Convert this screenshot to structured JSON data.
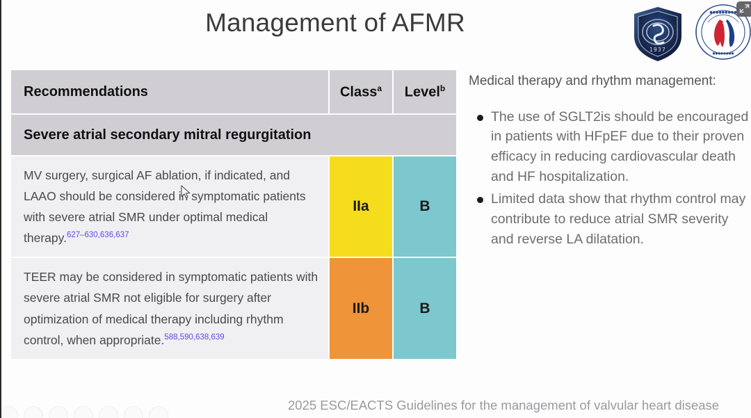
{
  "slide": {
    "title": "Management of AFMR",
    "footer_citation": "2025 ESC/EACTS Guidelines for the management of valvular heart disease"
  },
  "logos": [
    {
      "name": "shield-logo",
      "year_text": "1937"
    },
    {
      "name": "circular-emblem-logo",
      "year_text": ""
    }
  ],
  "overlay": {
    "fullscreen_badge_icon": "expand-arrows-icon"
  },
  "table": {
    "headers": {
      "recommendations": "Recommendations",
      "class": "Class",
      "class_sup": "a",
      "level": "Level",
      "level_sup": "b"
    },
    "subheader": "Severe atrial secondary mitral regurgitation",
    "rows": [
      {
        "recommendation": "MV surgery, surgical AF ablation, if indicated, and LAAO should be considered in symptomatic patients with severe atrial SMR under optimal medical therapy.",
        "references": "627–630,636,637",
        "class": "IIa",
        "class_color": "#F5DD1E",
        "level": "B",
        "level_color": "#7CC8CE"
      },
      {
        "recommendation": "TEER may be considered in symptomatic patients with severe atrial SMR not eligible for surgery after optimization of medical therapy including rhythm control, when appropriate.",
        "references": "588,590,638,639",
        "class": "IIb",
        "class_color": "#F0943A",
        "level": "B",
        "level_color": "#7CC8CE"
      }
    ],
    "header_bg": "#D0CED3",
    "cell_bg": "#F0EFF2"
  },
  "right_panel": {
    "heading": "Medical therapy and rhythm management:",
    "bullets": [
      "The use of SGLT2is should be encouraged in patients with HFpEF due to their proven efficacy in reducing cardiovascular death and HF hospitalization.",
      "Limited data show that rhythm control may contribute to reduce atrial SMR severity and reverse LA dilatation."
    ]
  },
  "player": {
    "buttons": [
      "control-1",
      "control-2",
      "control-3",
      "control-4",
      "control-5",
      "control-6",
      "control-7"
    ]
  }
}
